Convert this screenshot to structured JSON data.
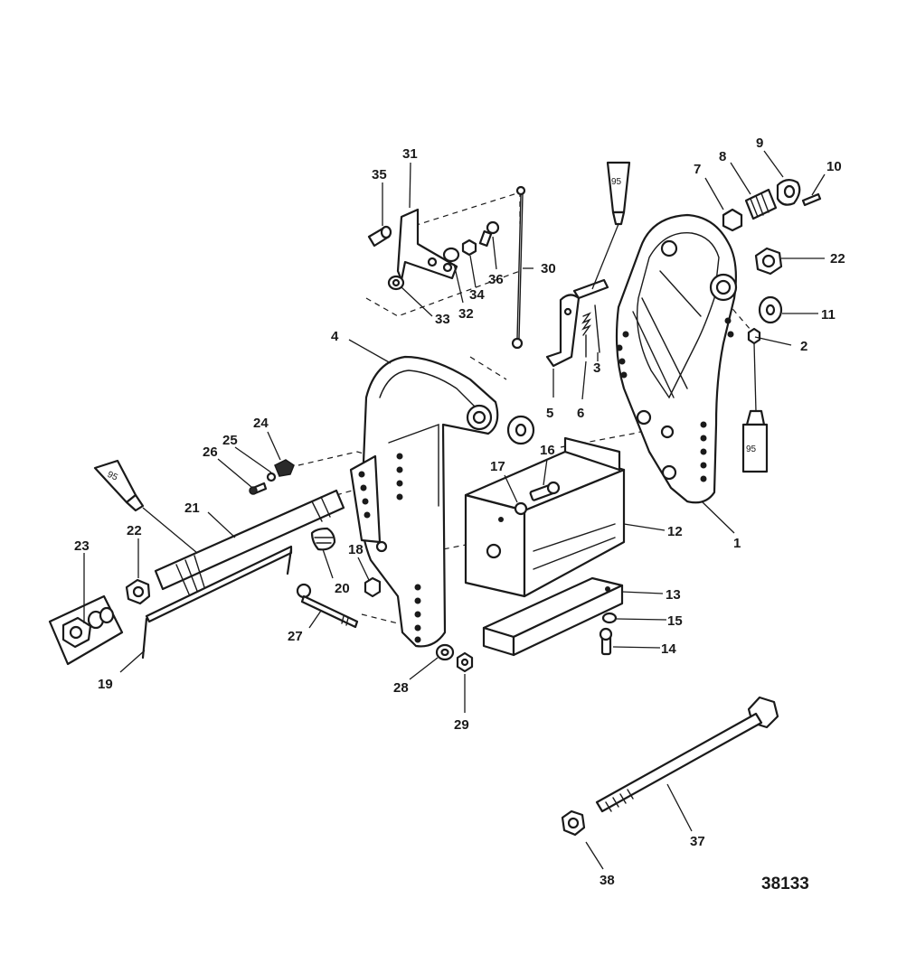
{
  "figure_number": "38133",
  "tube_label": "95",
  "callouts": [
    {
      "id": "c1",
      "text": "1"
    },
    {
      "id": "c2",
      "text": "2"
    },
    {
      "id": "c3",
      "text": "3"
    },
    {
      "id": "c4",
      "text": "4"
    },
    {
      "id": "c5",
      "text": "5"
    },
    {
      "id": "c6",
      "text": "6"
    },
    {
      "id": "c7",
      "text": "7"
    },
    {
      "id": "c8",
      "text": "8"
    },
    {
      "id": "c9",
      "text": "9"
    },
    {
      "id": "c10",
      "text": "10"
    },
    {
      "id": "c11",
      "text": "11"
    },
    {
      "id": "c12",
      "text": "12"
    },
    {
      "id": "c13",
      "text": "13"
    },
    {
      "id": "c14",
      "text": "14"
    },
    {
      "id": "c15",
      "text": "15"
    },
    {
      "id": "c16",
      "text": "16"
    },
    {
      "id": "c17",
      "text": "17"
    },
    {
      "id": "c18",
      "text": "18"
    },
    {
      "id": "c19",
      "text": "19"
    },
    {
      "id": "c20",
      "text": "20"
    },
    {
      "id": "c21",
      "text": "21"
    },
    {
      "id": "c22a",
      "text": "22"
    },
    {
      "id": "c22b",
      "text": "22"
    },
    {
      "id": "c23",
      "text": "23"
    },
    {
      "id": "c24",
      "text": "24"
    },
    {
      "id": "c25",
      "text": "25"
    },
    {
      "id": "c26",
      "text": "26"
    },
    {
      "id": "c27",
      "text": "27"
    },
    {
      "id": "c28",
      "text": "28"
    },
    {
      "id": "c29",
      "text": "29"
    },
    {
      "id": "c30",
      "text": "30"
    },
    {
      "id": "c31",
      "text": "31"
    },
    {
      "id": "c32",
      "text": "32"
    },
    {
      "id": "c33",
      "text": "33"
    },
    {
      "id": "c34",
      "text": "34"
    },
    {
      "id": "c35",
      "text": "35"
    },
    {
      "id": "c36",
      "text": "36"
    },
    {
      "id": "c37",
      "text": "37"
    },
    {
      "id": "c38",
      "text": "38"
    }
  ]
}
